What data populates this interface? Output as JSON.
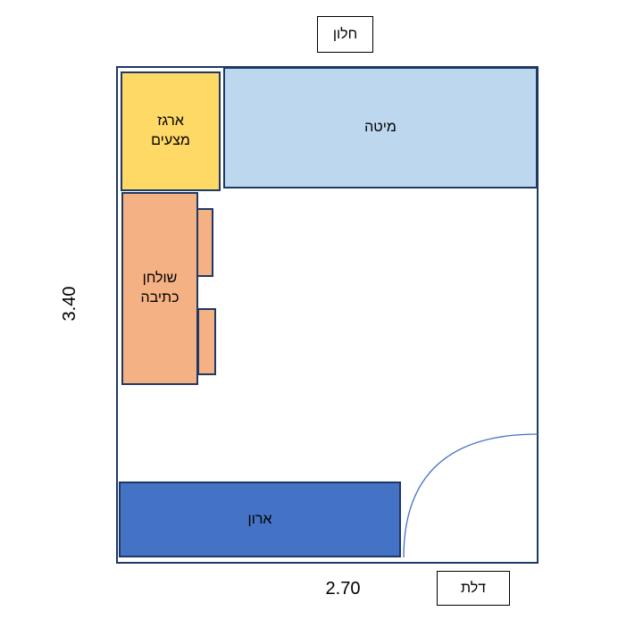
{
  "labels": {
    "window": "חלון",
    "door": "דלת",
    "bed": "מיטה",
    "bedding_chest_line1": "ארגז",
    "bedding_chest_line2": "מצעים",
    "desk_line1": "שולחן",
    "desk_line2": "כתיבה",
    "closet": "ארון"
  },
  "dimensions": {
    "width": "2.70",
    "height": "3.40"
  },
  "colors": {
    "bed": "#bdd7ee",
    "bedding_chest": "#ffd966",
    "desk": "#f4b183",
    "closet": "#4472c4",
    "outline": "#1f3864",
    "door_arc": "#4472c4"
  }
}
